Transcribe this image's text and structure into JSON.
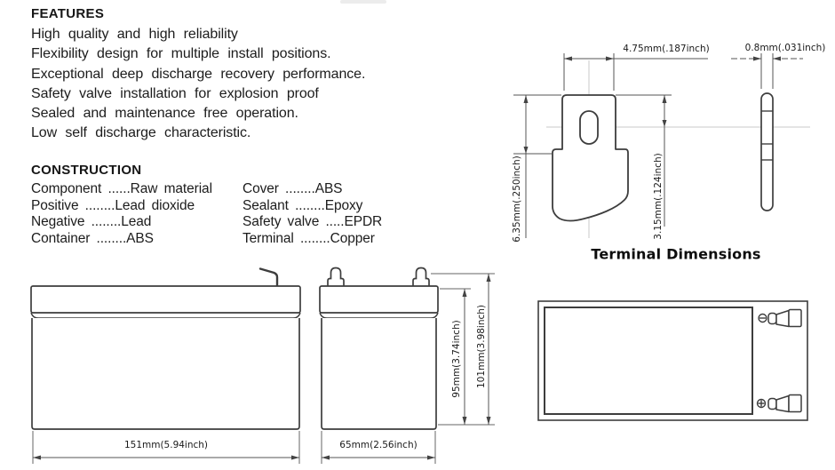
{
  "page": {
    "background": "#ffffff",
    "outline_color": "#3d3d3d",
    "dimension_color": "#555555",
    "centerline_color": "#c9c9c9"
  },
  "features": {
    "heading": "FEATURES",
    "items": [
      "High quality and high reliability",
      "Flexibility design for multiple install positions.",
      "Exceptional deep discharge recovery performance.",
      "Safety valve installation for explosion proof",
      "Sealed and maintenance free operation.",
      "Low self discharge characteristic."
    ]
  },
  "construction": {
    "heading": "CONSTRUCTION",
    "left_column": [
      "Component ......Raw material",
      "Positive ........Lead dioxide",
      "Negative ........Lead",
      "Container ........ABS"
    ],
    "right_column": [
      "Cover ........ABS",
      "Sealant ........Epoxy",
      "Safety valve .....EPDR",
      "Terminal ........Copper"
    ]
  },
  "terminal_diagram": {
    "title": "Terminal Dimensions",
    "tab_width_label": "4.75mm(.187inch)",
    "thickness_label": "0.8mm(.031inch)",
    "tab_length_label": "6.35mm(.250inch)",
    "slot_offset_label": "3.15mm(.124inch)",
    "icons": {
      "front_view": "terminal-front-outline",
      "side_view": "terminal-side-outline"
    }
  },
  "battery_drawing": {
    "front_width_label": "151mm(5.94inch)",
    "side_width_label": "65mm(2.56inch)",
    "body_height_label": "95mm(3.74inch)",
    "overall_height_label": "101mm(3.98inch)"
  },
  "top_view": {
    "icons": {
      "negative_terminal": "minus-circle-icon",
      "positive_terminal": "plus-circle-icon"
    }
  }
}
